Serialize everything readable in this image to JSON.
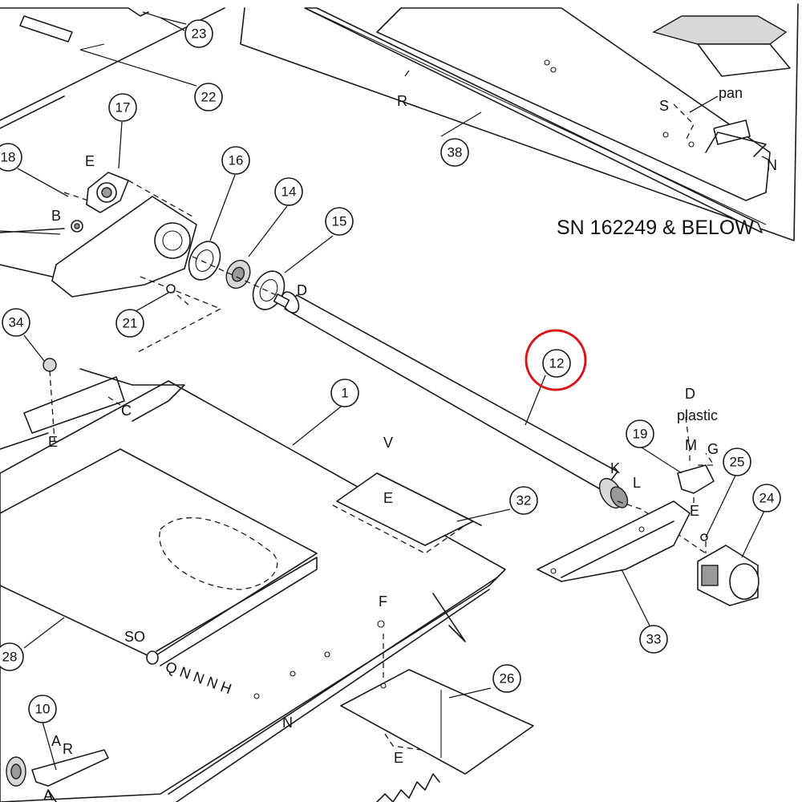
{
  "diagram": {
    "inset_title": "SN 162249 & BELOW",
    "highlight_color": "#d9141b",
    "highlighted_callout": "12",
    "callouts": {
      "c1": "1",
      "c10": "10",
      "c12": "12",
      "c14": "14",
      "c15": "15",
      "c16": "16",
      "c17": "17",
      "c18": "18",
      "c19": "19",
      "c21": "21",
      "c22": "22",
      "c23": "23",
      "c24": "24",
      "c25": "25",
      "c26": "26",
      "c28": "28",
      "c32": "32",
      "c33": "33",
      "c34": "34",
      "c38": "38"
    },
    "letters": {
      "E1": "E",
      "B": "B",
      "D1": "D",
      "C": "C",
      "E2": "E",
      "V": "V",
      "E3": "E",
      "K": "K",
      "L": "L",
      "D2": "D",
      "plastic": "plastic",
      "M": "M",
      "G": "G",
      "E4": "E",
      "F": "F",
      "SO": "SO",
      "QNNNH": "Q N N N H",
      "N1": "N",
      "E5": "E",
      "A1": "A",
      "R1": "R",
      "A2": "A",
      "R2": "R",
      "S": "S",
      "pan": "pan",
      "N2": "N"
    }
  }
}
